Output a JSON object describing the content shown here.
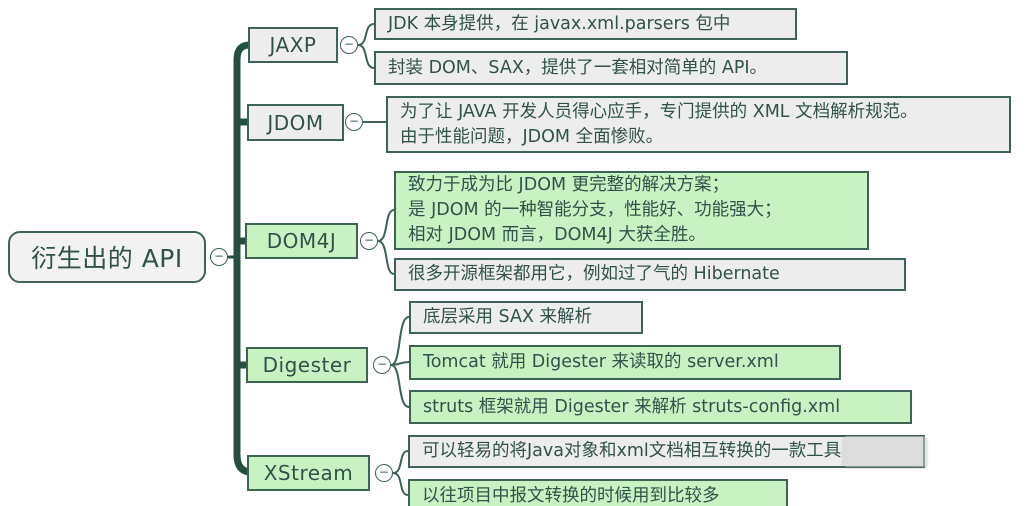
{
  "ui": {
    "toggle_glyph": "−"
  },
  "colors": {
    "trunk": "#24503f",
    "node_border": "#3c6354",
    "text": "#30524a",
    "green_fill": "#c9f2c2",
    "gray_fill": "#ededed",
    "root_fill": "#f2f2f2",
    "background": "#ffffff"
  },
  "root": {
    "label": "衍生出的 API"
  },
  "branches": [
    {
      "label": "JAXP",
      "style": "gray",
      "children": [
        {
          "text": "JDK 本身提供，在 javax.xml.parsers 包中",
          "style": "gray"
        },
        {
          "text": "封装 DOM、SAX，提供了一套相对简单的 API。",
          "style": "gray"
        }
      ]
    },
    {
      "label": "JDOM",
      "style": "gray",
      "children": [
        {
          "text": "为了让 JAVA 开发人员得心应手，专门提供的 XML 文档解析规范。\n由于性能问题，JDOM 全面惨败。",
          "style": "gray"
        }
      ]
    },
    {
      "label": "DOM4J",
      "style": "green",
      "children": [
        {
          "text": "致力于成为比 JDOM 更完整的解决方案；\n是 JDOM 的一种智能分支，性能好、功能强大；\n相对 JDOM 而言，DOM4J 大获全胜。",
          "style": "green"
        },
        {
          "text": "很多开源框架都用它，例如过了气的 Hibernate",
          "style": "gray"
        }
      ]
    },
    {
      "label": "Digester",
      "style": "green",
      "children": [
        {
          "text": "底层采用 SAX 来解析",
          "style": "gray"
        },
        {
          "text": "Tomcat 就用 Digester 来读取的 server.xml",
          "style": "green"
        },
        {
          "text": "struts 框架就用 Digester 来解析 struts-config.xml",
          "style": "green"
        }
      ]
    },
    {
      "label": "XStream",
      "style": "green",
      "children": [
        {
          "text": "可以轻易的将Java对象和xml文档相互转换的一款工具",
          "style": "gray"
        },
        {
          "text": "以往项目中报文转换的时候用到比较多",
          "style": "green"
        }
      ]
    }
  ]
}
